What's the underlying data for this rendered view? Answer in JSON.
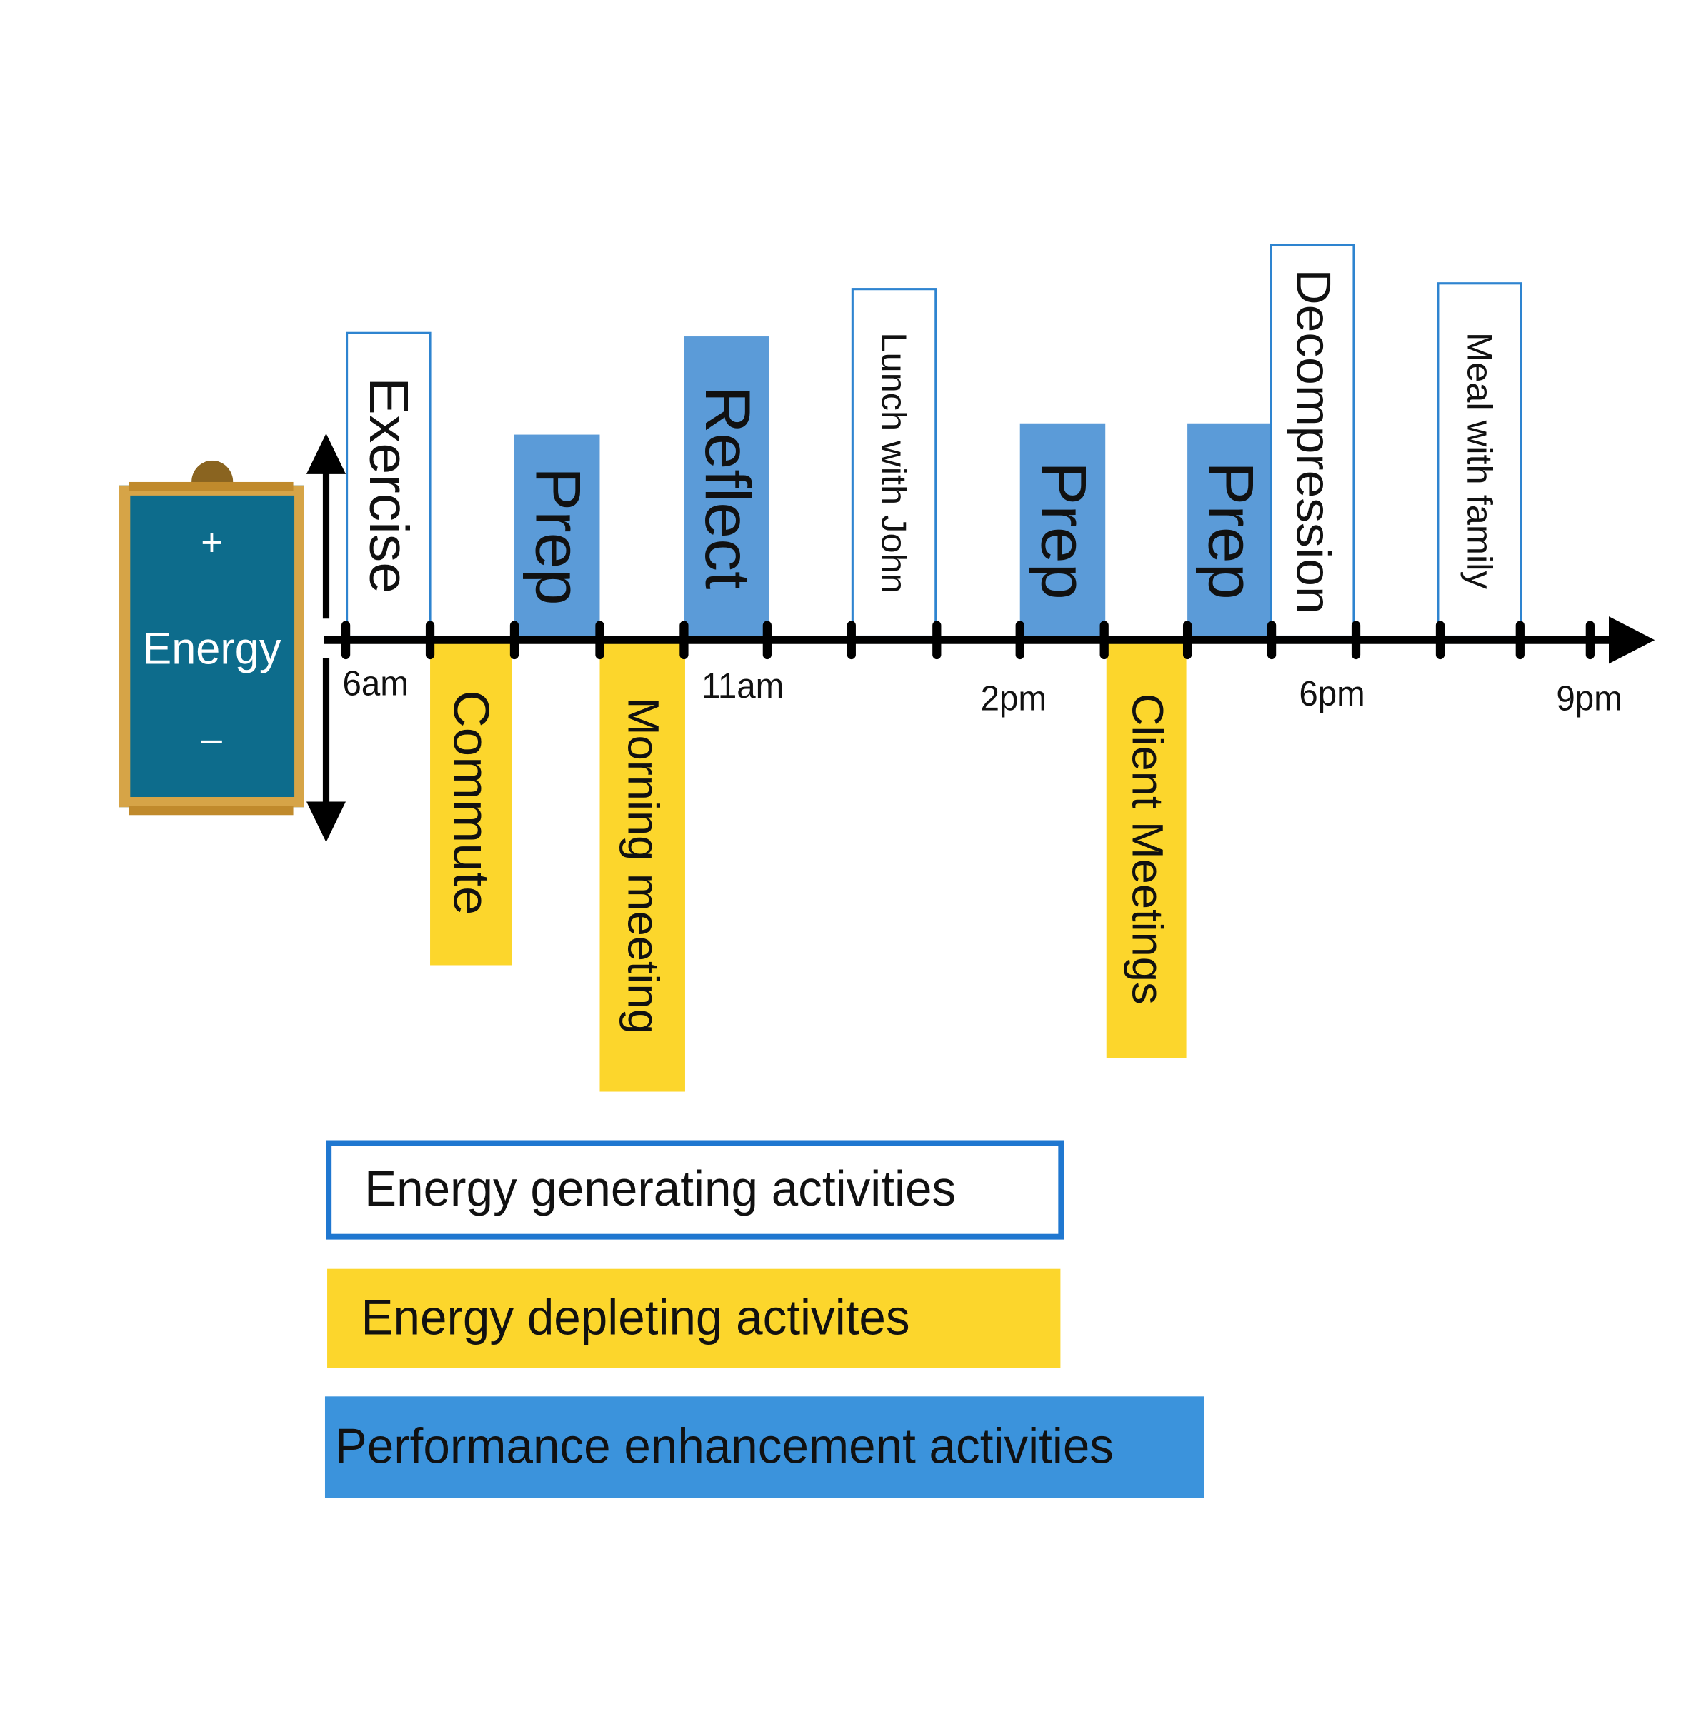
{
  "battery": {
    "plus": "+",
    "label": "Energy",
    "minus": "–"
  },
  "colors": {
    "generating_border": "#2e84d0",
    "depleting": "#fcd62c",
    "enhancement": "#5b9bd8",
    "axis": "#000000",
    "battery_fill": "#0d6c8c",
    "battery_frame": "#d6a447"
  },
  "time_labels": [
    "6am",
    "11am",
    "2pm",
    "6pm",
    "9pm"
  ],
  "activities": [
    {
      "label": "Exercise",
      "type": "generating"
    },
    {
      "label": "Commute",
      "type": "depleting"
    },
    {
      "label": "Prep",
      "type": "enhancement"
    },
    {
      "label": "Morning meeting",
      "type": "depleting"
    },
    {
      "label": "Reflect",
      "type": "enhancement"
    },
    {
      "label": "Lunch with John",
      "type": "generating"
    },
    {
      "label": "Prep",
      "type": "enhancement"
    },
    {
      "label": "Client Meetings",
      "type": "depleting"
    },
    {
      "label": "Prep",
      "type": "enhancement"
    },
    {
      "label": "Decompression",
      "type": "generating"
    },
    {
      "label": "Meal with family",
      "type": "generating"
    }
  ],
  "legend": {
    "generating": "Energy generating activities",
    "depleting": "Energy depleting activites",
    "enhancement": "Performance enhancement activities"
  }
}
